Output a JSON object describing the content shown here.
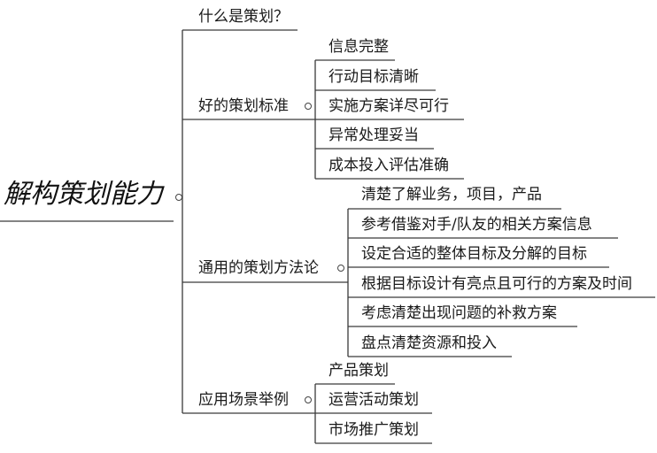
{
  "root": {
    "label": "解构策划能力"
  },
  "branches": [
    {
      "label": "什么是策划？",
      "children": []
    },
    {
      "label": "好的策划标准",
      "children": [
        "信息完整",
        "行动目标清晰",
        "实施方案详尽可行",
        "异常处理妥当",
        "成本投入评估准确"
      ]
    },
    {
      "label": "通用的策划方法论",
      "children": [
        "清楚了解业务，项目，产品",
        "参考借鉴对手/队友的相关方案信息",
        "设定合适的整体目标及分解的目标",
        "根据目标设计有亮点且可行的方案及时间",
        "考虑清楚出现问题的补救方案",
        "盘点清楚资源和投入"
      ]
    },
    {
      "label": "应用场景举例",
      "children": [
        "产品策划",
        "运营活动策划",
        "市场推广策划"
      ]
    }
  ],
  "colors": {
    "line": "#3a3a3a",
    "text": "#1a1a1a"
  }
}
